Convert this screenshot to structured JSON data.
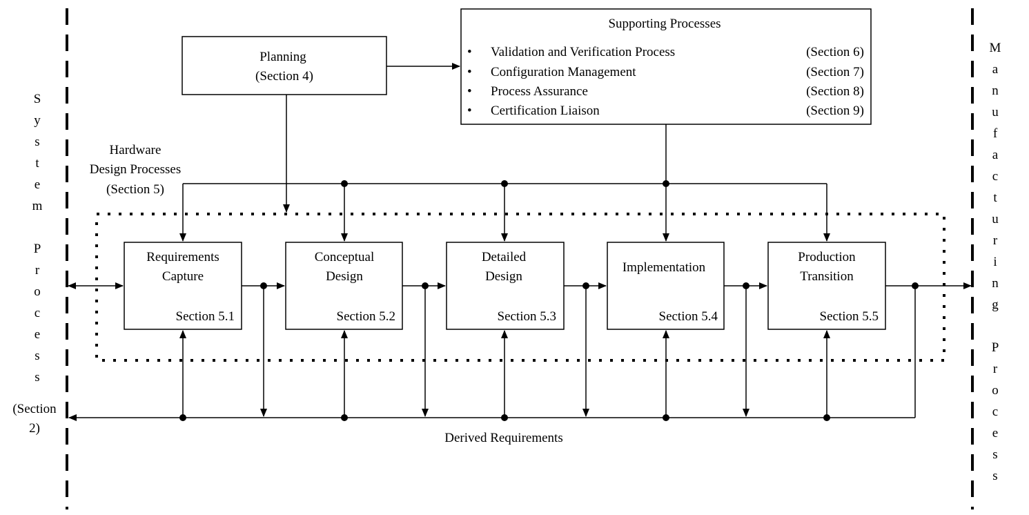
{
  "planning": {
    "title": "Planning",
    "section": "(Section 4)"
  },
  "supporting": {
    "title": "Supporting Processes",
    "items": [
      {
        "label": "Validation and Verification Process",
        "section": "(Section 6)"
      },
      {
        "label": "Configuration Management",
        "section": "(Section 7)"
      },
      {
        "label": "Process Assurance",
        "section": "(Section 8)"
      },
      {
        "label": "Certification Liaison",
        "section": "(Section 9)"
      }
    ]
  },
  "hardware_design": {
    "line1": "Hardware",
    "line2": "Design Processes",
    "line3": "(Section 5)"
  },
  "stages": [
    {
      "line1": "Requirements",
      "line2": "Capture",
      "section": "Section 5.1"
    },
    {
      "line1": "Conceptual",
      "line2": "Design",
      "section": "Section 5.2"
    },
    {
      "line1": "Detailed",
      "line2": "Design",
      "section": "Section 5.3"
    },
    {
      "line1": "Implementation",
      "line2": "",
      "section": "Section 5.4"
    },
    {
      "line1": "Production",
      "line2": "Transition",
      "section": "Section 5.5"
    }
  ],
  "derived_requirements": "Derived Requirements",
  "system_process": {
    "letters": [
      "S",
      "y",
      "s",
      "t",
      "e",
      "m",
      "",
      "P",
      "r",
      "o",
      "c",
      "e",
      "s",
      "s"
    ],
    "section_line1": "(Section",
    "section_line2": "2)"
  },
  "manufacturing_process": {
    "letters": [
      "M",
      "a",
      "n",
      "u",
      "f",
      "a",
      "c",
      "t",
      "u",
      "r",
      "i",
      "n",
      "g",
      "",
      "P",
      "r",
      "o",
      "c",
      "e",
      "s",
      "s"
    ]
  },
  "bullet": "•"
}
